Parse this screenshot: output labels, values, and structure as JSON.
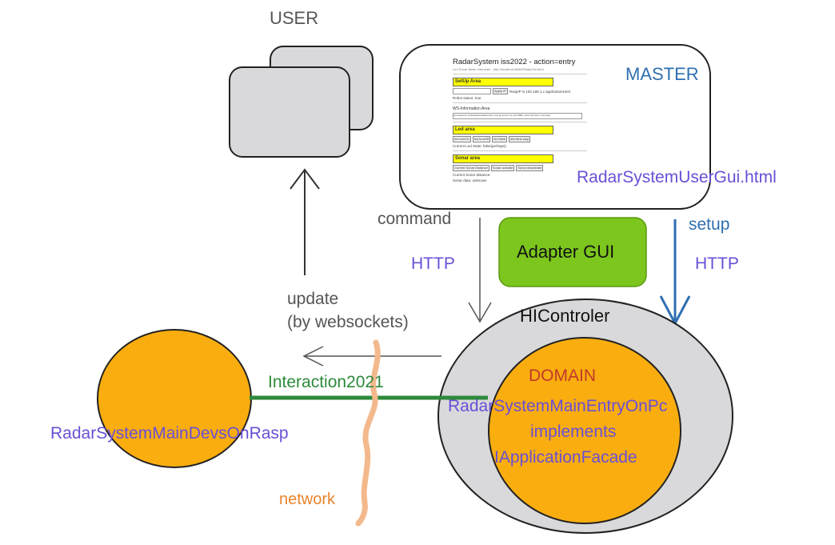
{
  "labels": {
    "user": "USER",
    "master": "MASTER",
    "html_file": "RadarSystemUserGui.html",
    "command": "command",
    "setup": "setup",
    "http_left": "HTTP",
    "http_right": "HTTP",
    "adapter_gui": "Adapter GUI",
    "update": "update",
    "by_websockets": "(by websockets)",
    "hicontroler": "HIControler",
    "domain": "DOMAIN",
    "main_entry": "RadarSystemMainEntryOnPc",
    "implements": "implements",
    "facade": "IApplicationFacade",
    "interaction": "Interaction2021",
    "devs_on_rasp": "RadarSystemMainDevsOnRasp",
    "network": "network"
  },
  "gui_preview": {
    "title": "RadarSystem iss2022 - action=entry",
    "subtitle": "Led Sonar Basic Interactor - http://localhost:8080/RadarGui.html",
    "setup_area": "SetUp Area",
    "setup_btn": "Apply IP",
    "setup_hint": "RaspIP is 192.168.1.x applicationHost",
    "robot_status": "Robot status: true",
    "ws_area": "WS-Information Area",
    "ws_text": "connected to websocket/radarsocket: now as server on port 8083, show led led in Led area",
    "led_area": "Led area",
    "led_btns": [
      "led turnOn",
      "led turnOff",
      "led blink",
      "led blink stop"
    ],
    "led_state": "Current Led State: false(perhaps)",
    "sonar_area": "Sonar area",
    "sonar_btns": [
      "Current Sonar Distance",
      "Sonar activate",
      "Sonar deactivate"
    ],
    "sonar_distance": "Current Sonar distance:",
    "sonar_data": "Sonar data: unknown"
  },
  "colors": {
    "orange": "#f9ad0f",
    "gray_fill": "#d9d9db",
    "adapter_green": "#7cc61d",
    "interaction_green": "#2d8a3a",
    "network_orange": "#f3b98c",
    "label_purple": "#6a4fd6",
    "label_blue": "#2f6fb0",
    "domain_red": "#c0392b"
  }
}
